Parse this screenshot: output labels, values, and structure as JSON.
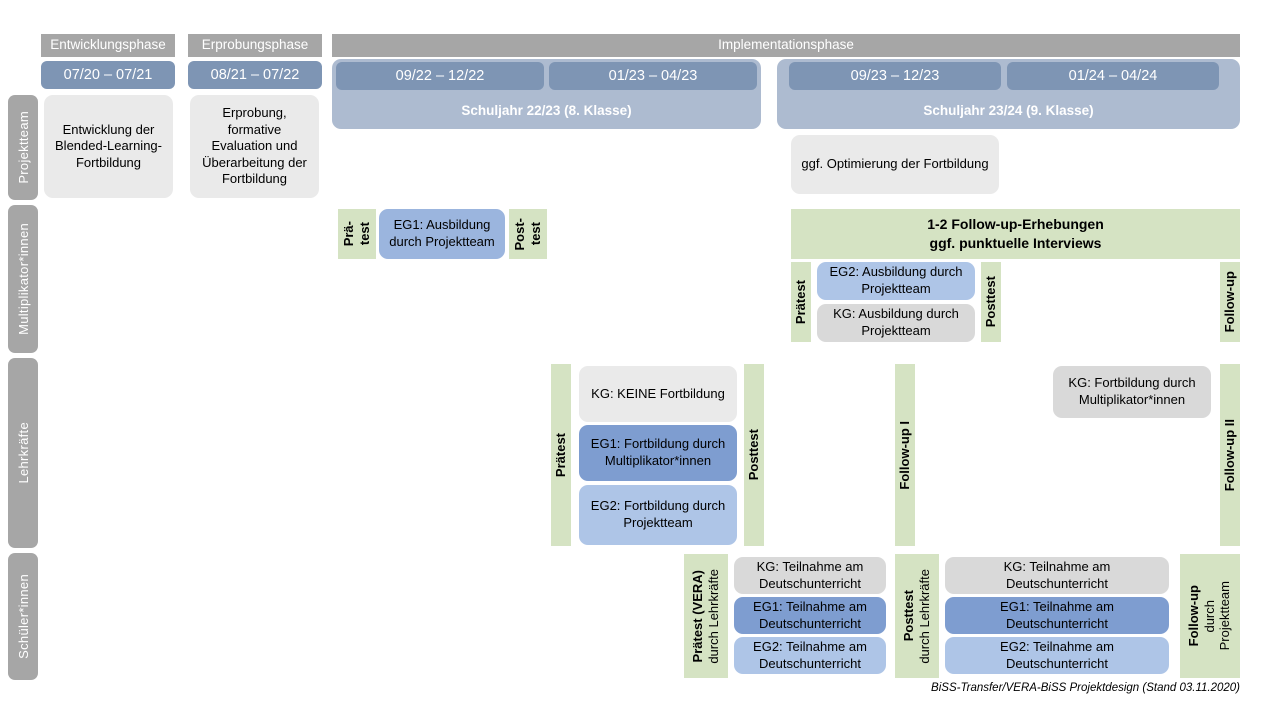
{
  "phases": [
    {
      "label": "Entwicklungsphase"
    },
    {
      "label": "Erprobungsphase"
    },
    {
      "label": "Implementationsphase"
    }
  ],
  "periods": [
    {
      "label": "07/20 – 07/21"
    },
    {
      "label": "08/21 – 07/22"
    },
    {
      "label": "09/22 – 12/22"
    },
    {
      "label": "01/23 – 04/23"
    },
    {
      "label": "09/23 – 12/23"
    },
    {
      "label": "01/24 – 04/24"
    }
  ],
  "school_years": [
    {
      "label": "Schuljahr 22/23 (8. Klasse)"
    },
    {
      "label": "Schuljahr 23/24 (9. Klasse)"
    }
  ],
  "rows": [
    {
      "label": "Projektteam"
    },
    {
      "label": "Multiplikator*innen"
    },
    {
      "label": "Lehrkräfte"
    },
    {
      "label": "Schüler*innen"
    }
  ],
  "projektteam": {
    "entwicklung": "Entwicklung der Blended-Learning-Fortbildung",
    "erprobung": "Erprobung, formative Evaluation und Überarbeitung der Fortbildung",
    "optimierung": "ggf. Optimierung der Fortbildung"
  },
  "multiplikatoren": {
    "praetest_1_line1": "Prä-",
    "praetest_1_line2": "test",
    "eg1": "EG1: Ausbildung durch Projektteam",
    "posttest_1_line1": "Post-",
    "posttest_1_line2": "test",
    "follow_up_banner_line1": "1-2 Follow-up-Erhebungen",
    "follow_up_banner_line2": "ggf. punktuelle Interviews",
    "praetest_2": "Prätest",
    "eg2": "EG2: Ausbildung durch Projektteam",
    "kg": "KG: Ausbildung durch Projektteam",
    "posttest_2": "Posttest",
    "follow_up": "Follow-up"
  },
  "lehrkraefte": {
    "praetest": "Prätest",
    "kg_keine": "KG:  KEINE Fortbildung",
    "eg1": "EG1: Fortbildung durch Multiplikator*innen",
    "eg2": "EG2: Fortbildung durch Projektteam",
    "posttest": "Posttest",
    "follow_up_1": "Follow-up I",
    "kg_fortbildung": "KG: Fortbildung durch Multiplikator*innen",
    "follow_up_2": "Follow-up II"
  },
  "schueler": {
    "praetest_bold": "Prätest (VERA)",
    "praetest_reg": "durch Lehrkräfte",
    "kg_1": "KG: Teilnahme am Deutschunterricht",
    "eg1_1": "EG1: Teilnahme am Deutschunterricht",
    "eg2_1": "EG2: Teilnahme am Deutschunterricht",
    "posttest_bold": "Posttest",
    "posttest_reg": "durch Lehrkräfte",
    "kg_2": "KG: Teilnahme am Deutschunterricht",
    "eg1_2": "EG1: Teilnahme am Deutschunterricht",
    "eg2_2": "EG2: Teilnahme am Deutschunterricht",
    "followup_bold": "Follow-up",
    "followup_reg1": "durch",
    "followup_reg2": "Projektteam"
  },
  "footer": {
    "text": "BiSS-Transfer/VERA-BiSS Projektdesign (Stand 03.11.2020)"
  },
  "colors": {
    "phase_header": "#a6a6a6",
    "date_pill": "#7e95b4",
    "school_year": "#adbbd0",
    "row_label": "#a6a6a6",
    "grey_light": "#eaeaea",
    "grey_medium": "#d9d9d9",
    "blue_dark": "#7e9dd0",
    "blue_medium": "#9bb5de",
    "blue_light": "#aec5e7",
    "green": "#d5e3c3"
  }
}
